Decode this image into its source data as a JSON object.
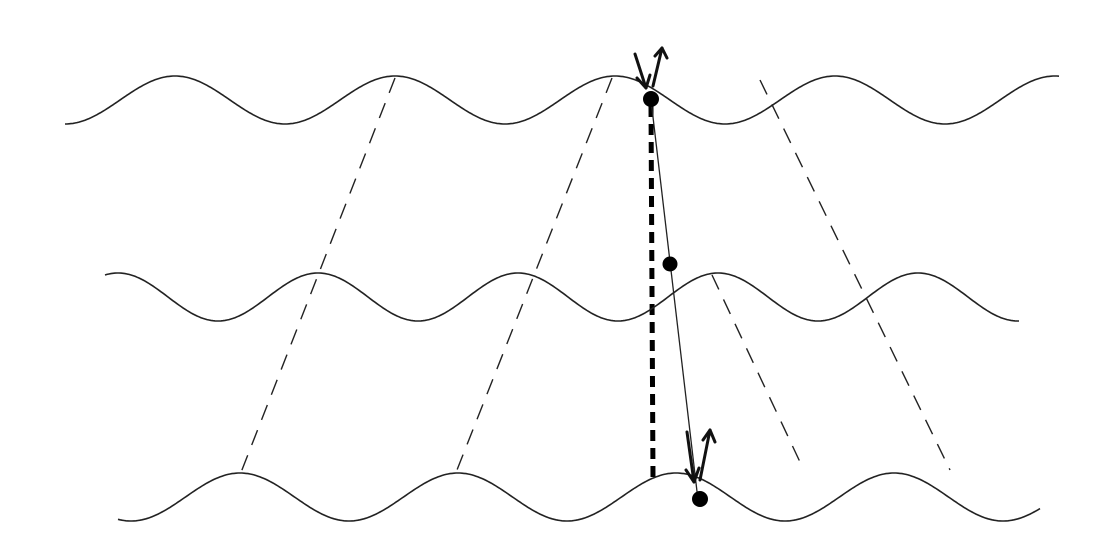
{
  "figure": {
    "background": "#ffffff",
    "ink_color": "#222222",
    "elements": [
      "top-wave",
      "middle-wave",
      "bottom-wave",
      "dashed-rays",
      "vertical-bold-dashed-line",
      "slanted-connector-line",
      "particle-dots",
      "direction-arrows"
    ]
  }
}
